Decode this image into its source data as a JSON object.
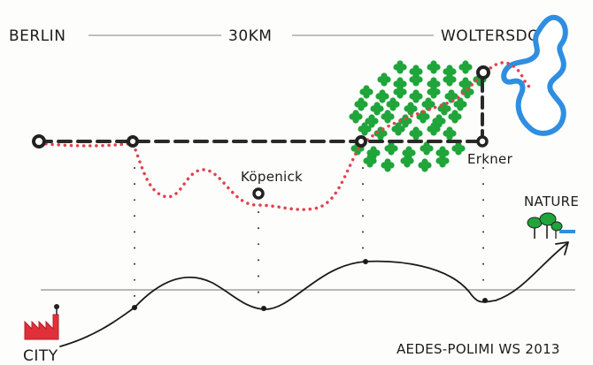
{
  "labels": {
    "berlin": "BERLIN",
    "distance": "30KM",
    "woltersdorf": "WOLTERSDORF",
    "kopenick": "Köpenick",
    "erkner": "Erkner",
    "nature": "NATURE",
    "city": "CITY",
    "credit": "AEDES-POLIMI WS 2013"
  },
  "colors": {
    "route": "#e0434f",
    "rail": "#2a2a2a",
    "forest": "#1fa53a",
    "lake": "#2f8ee0",
    "factory": "#e0303a",
    "ground": "#9a9a9a"
  },
  "icons": {
    "factory": "factory-icon",
    "trees": "trees-icon",
    "lake": "lake-icon"
  }
}
